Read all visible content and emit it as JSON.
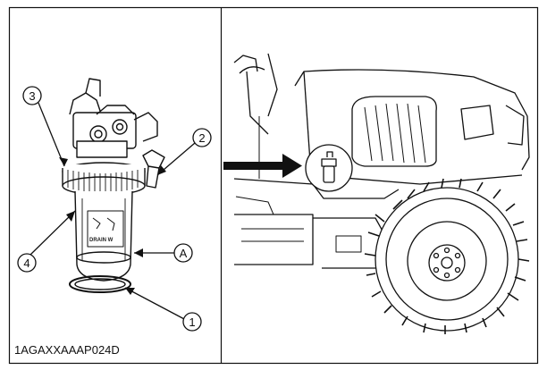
{
  "figure": {
    "code": "1AGAXXAAAP024D",
    "labels": {
      "one": "1",
      "two": "2",
      "three": "3",
      "four": "4",
      "a": "A"
    },
    "bowl_print": "DRAIN W"
  },
  "colors": {
    "ink": "#111111",
    "paper": "#ffffff"
  }
}
